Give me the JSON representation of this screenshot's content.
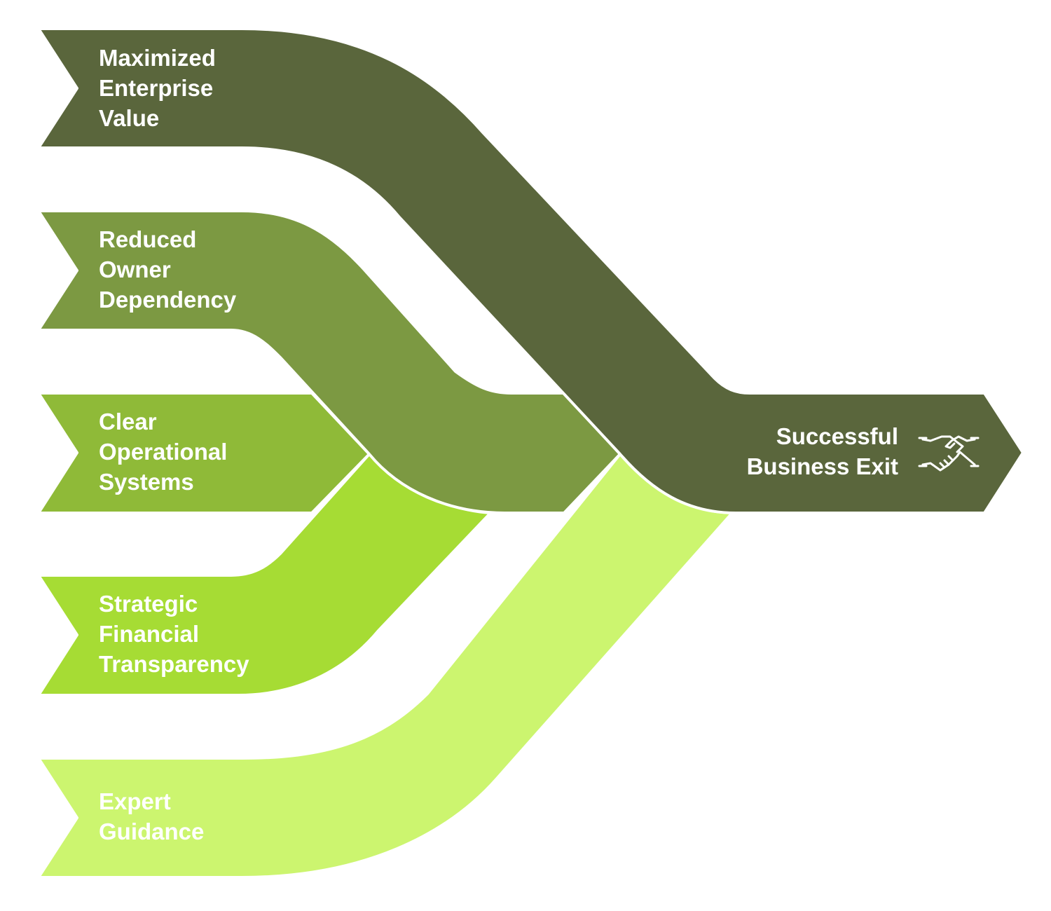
{
  "diagram": {
    "type": "converging-flow",
    "inputs": [
      {
        "label": "Maximized\nEnterprise\nValue",
        "color": "#5a663c"
      },
      {
        "label": "Reduced\nOwner\nDependency",
        "color": "#7c9942"
      },
      {
        "label": "Clear\nOperational\nSystems",
        "color": "#8fba38"
      },
      {
        "label": "Strategic\nFinancial\nTransparency",
        "color": "#a6dc34"
      },
      {
        "label": "Expert\nGuidance",
        "color": "#ccf56f"
      }
    ],
    "output": {
      "label": "Successful\nBusiness Exit",
      "color": "#5a663c",
      "icon": "handshake-icon"
    }
  }
}
